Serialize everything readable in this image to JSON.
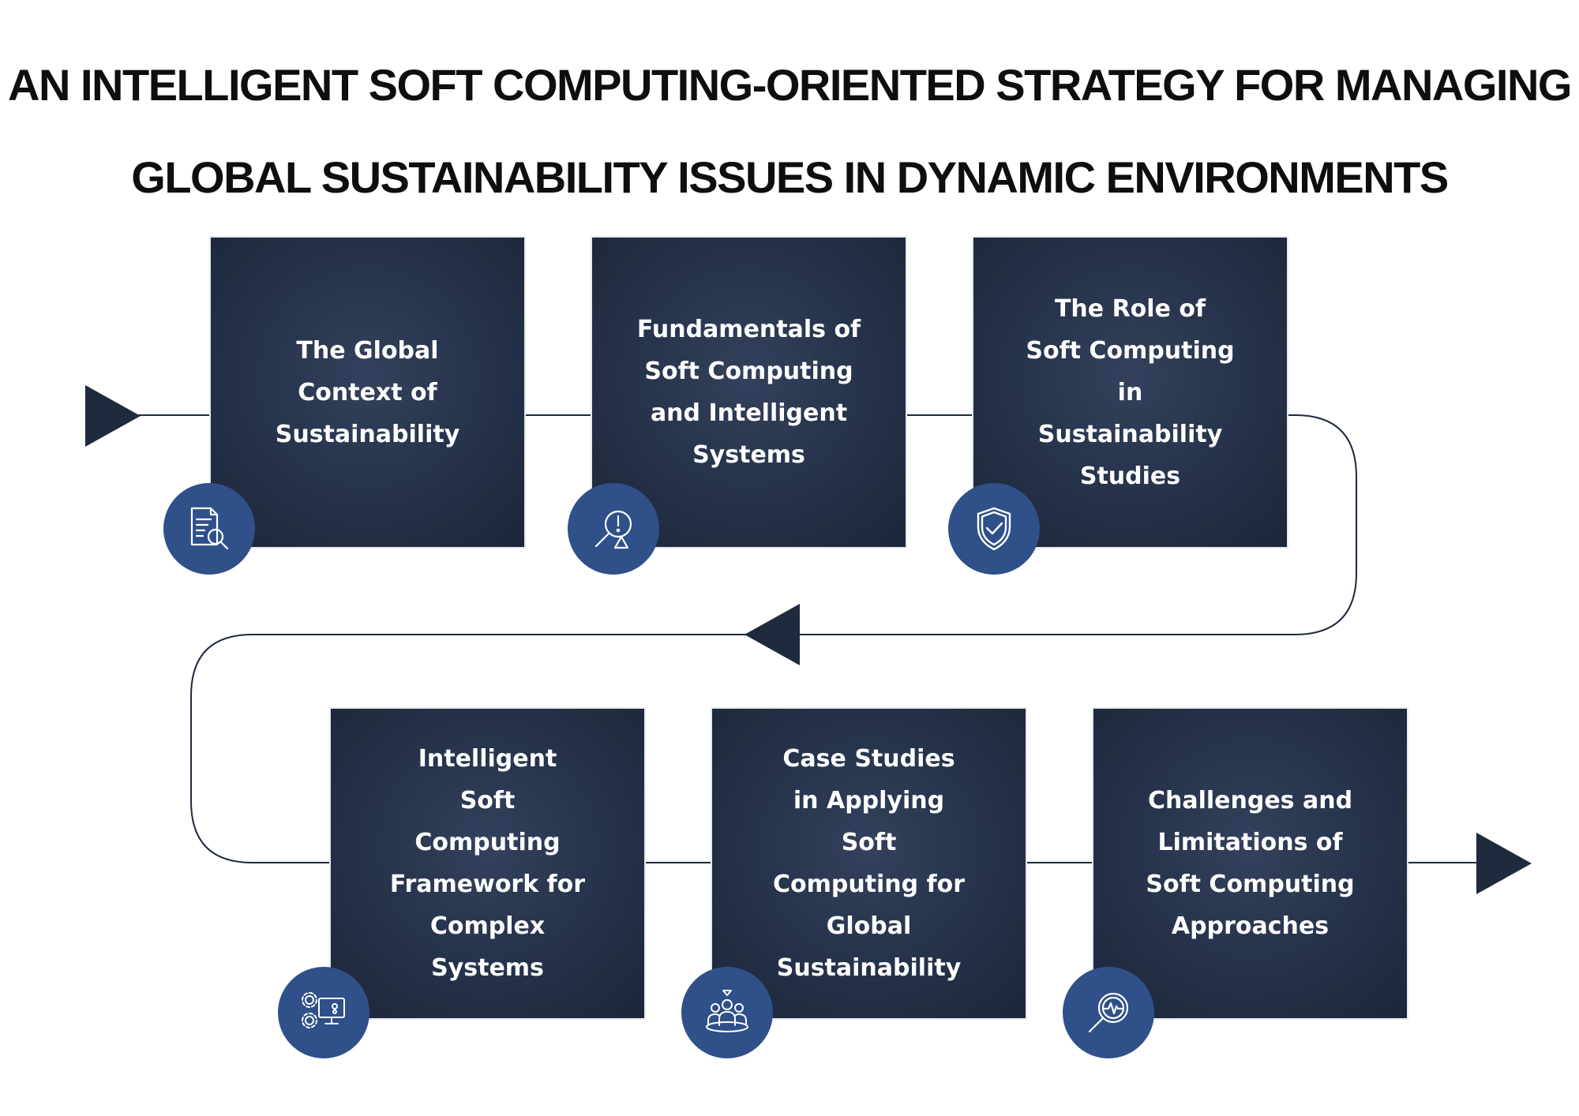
{
  "title": {
    "line1": "AN INTELLIGENT SOFT COMPUTING-ORIENTED STRATEGY FOR MANAGING",
    "line2": "GLOBAL SUSTAINABILITY ISSUES IN DYNAMIC ENVIRONMENTS"
  },
  "steps": [
    {
      "label": "The Global Context of Sustainability",
      "icon": "document-search-icon"
    },
    {
      "label": "Fundamentals of Soft Computing and Intelligent Systems",
      "icon": "search-alert-icon"
    },
    {
      "label": "The Role of Soft Computing in Sustainability Studies",
      "icon": "shield-check-icon"
    },
    {
      "label": "Intelligent Soft Computing Framework for Complex Systems",
      "icon": "gears-monitor-icon"
    },
    {
      "label": "Case Studies in Applying Soft Computing for Global Sustainability",
      "icon": "team-icon"
    },
    {
      "label": "Challenges and Limitations of Soft Computing Approaches",
      "icon": "search-pulse-icon"
    }
  ],
  "colors": {
    "card": "#27344d",
    "badge": "#2f5089",
    "line": "#1f2a3d",
    "title": "#0e0e0e"
  }
}
